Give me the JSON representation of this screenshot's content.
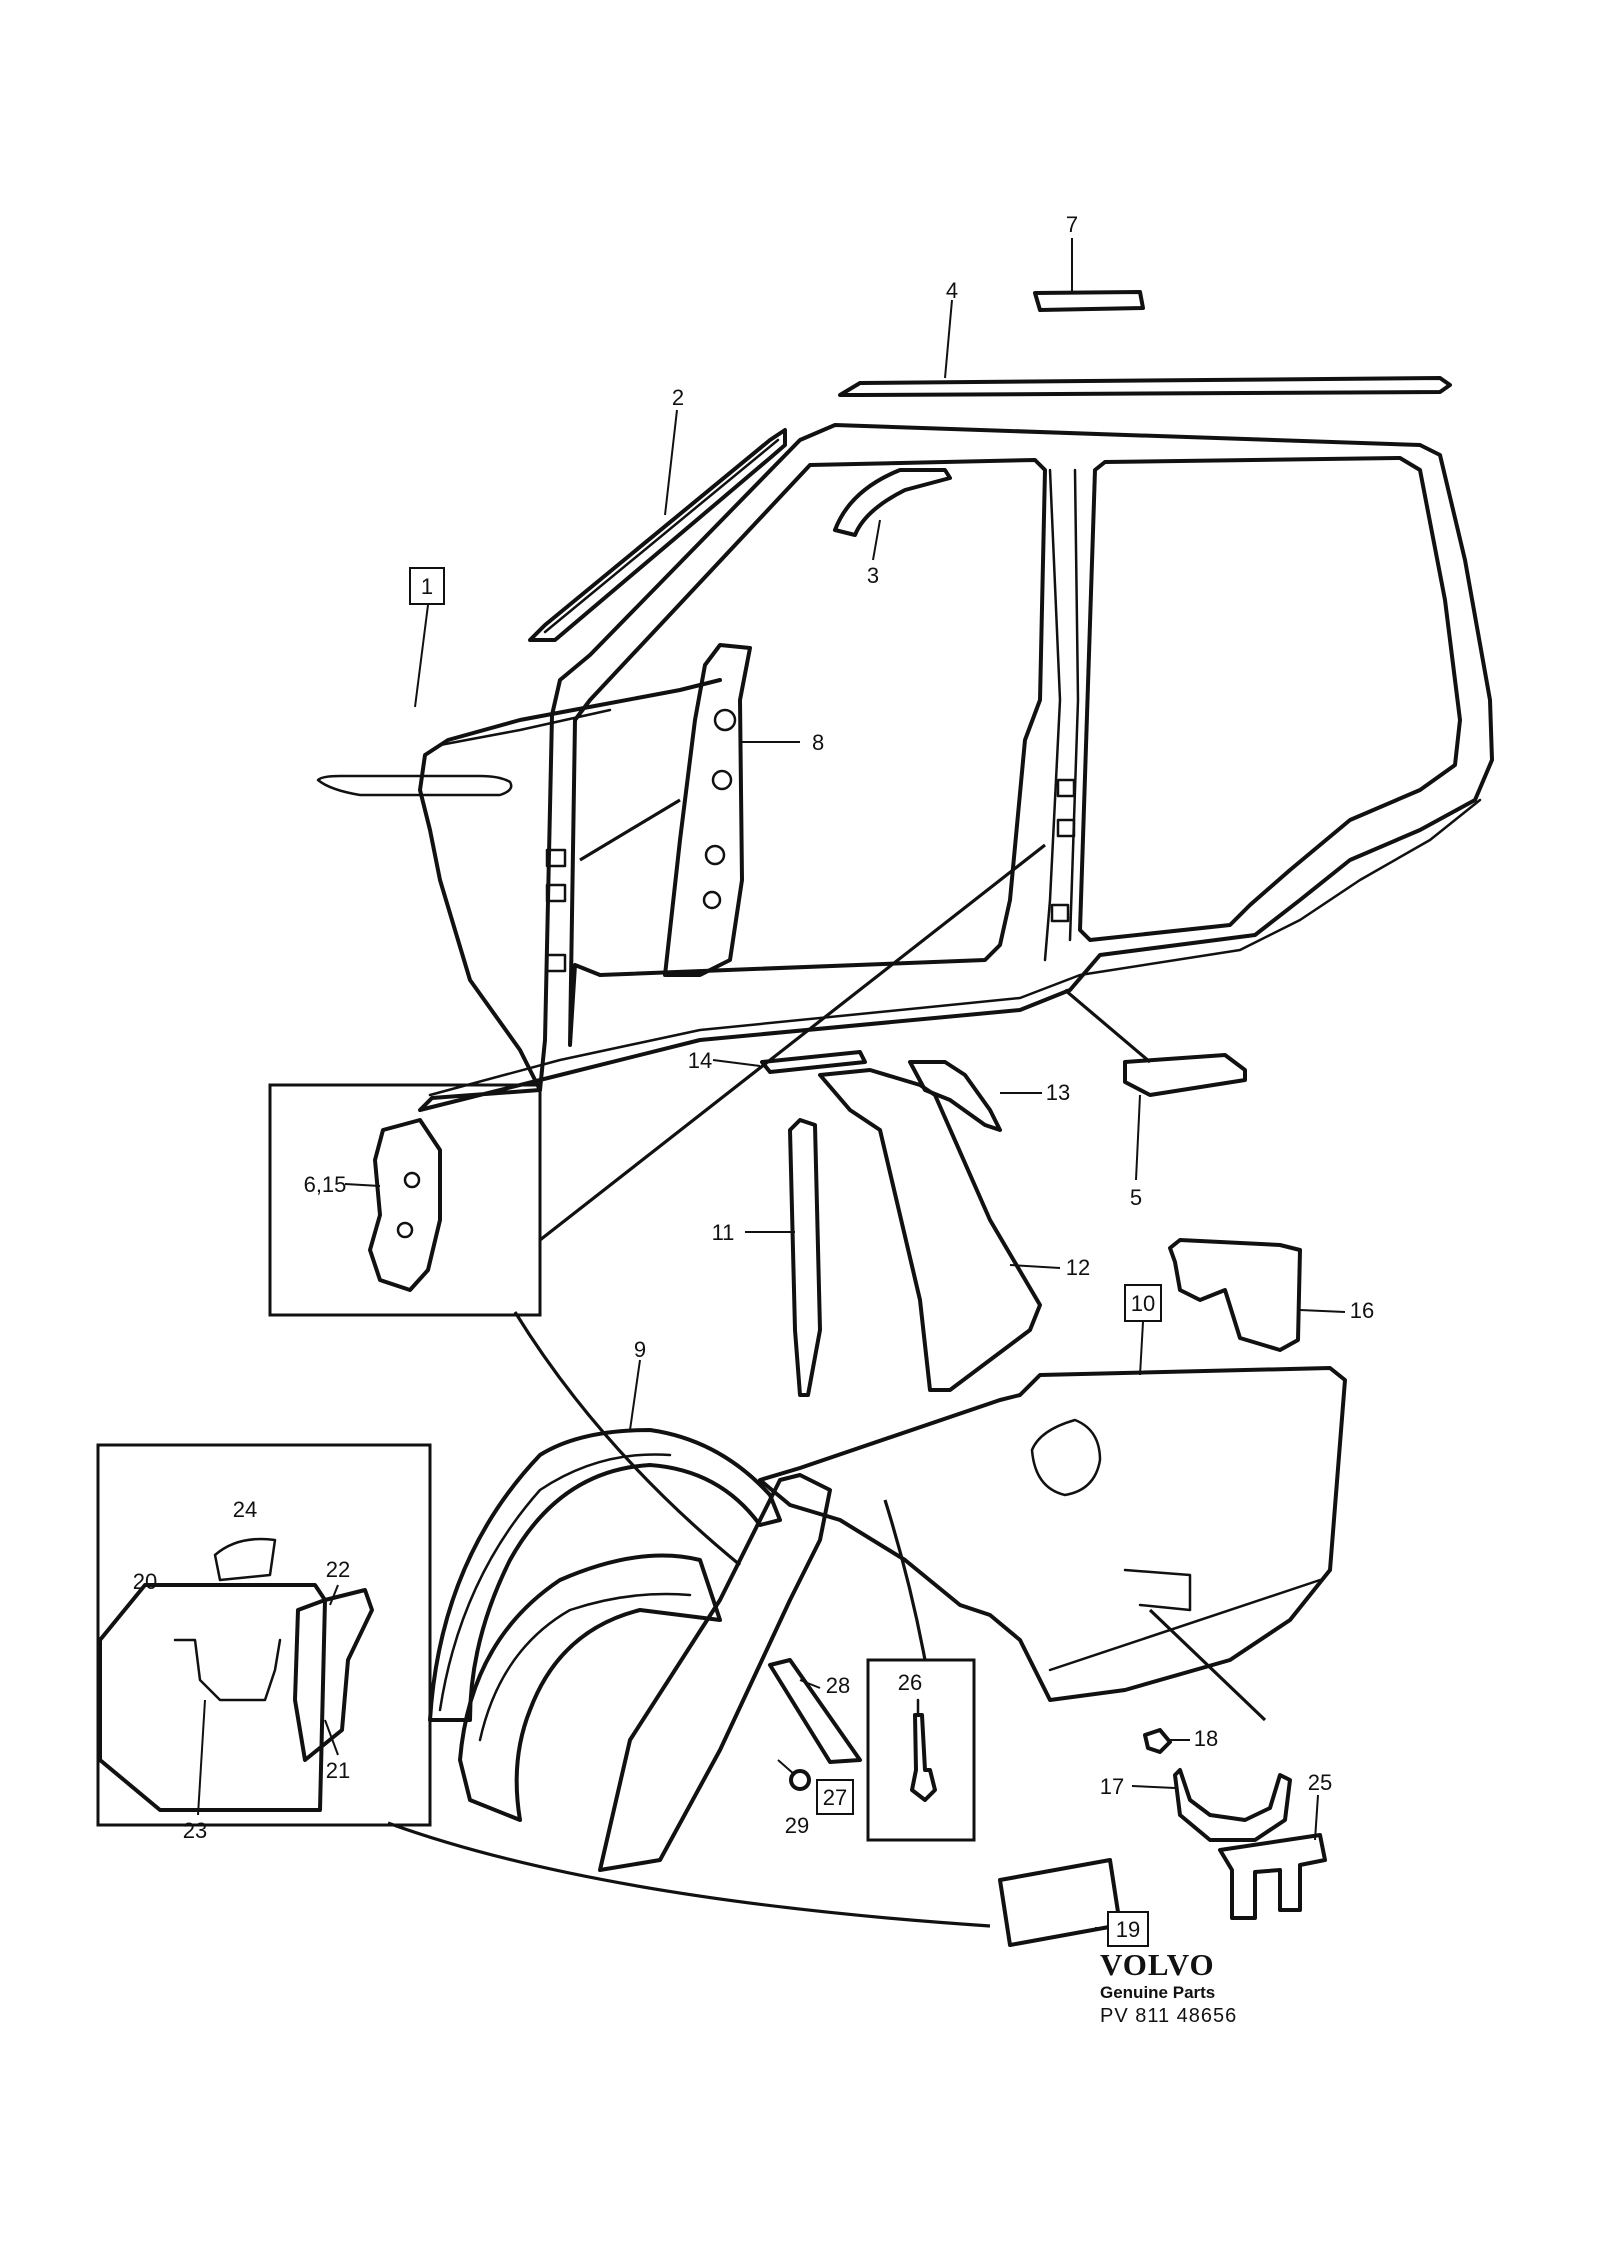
{
  "callouts": [
    {
      "id": "c1",
      "label": "1",
      "boxed": true
    },
    {
      "id": "c2",
      "label": "2",
      "boxed": false
    },
    {
      "id": "c3",
      "label": "3",
      "boxed": false
    },
    {
      "id": "c4",
      "label": "4",
      "boxed": false
    },
    {
      "id": "c5",
      "label": "5",
      "boxed": false
    },
    {
      "id": "c6-15",
      "label": "6,15",
      "boxed": false
    },
    {
      "id": "c7",
      "label": "7",
      "boxed": false
    },
    {
      "id": "c8",
      "label": "8",
      "boxed": false
    },
    {
      "id": "c9",
      "label": "9",
      "boxed": false
    },
    {
      "id": "c10",
      "label": "10",
      "boxed": true
    },
    {
      "id": "c11",
      "label": "11",
      "boxed": false
    },
    {
      "id": "c12",
      "label": "12",
      "boxed": false
    },
    {
      "id": "c13",
      "label": "13",
      "boxed": false
    },
    {
      "id": "c14",
      "label": "14",
      "boxed": false
    },
    {
      "id": "c16",
      "label": "16",
      "boxed": false
    },
    {
      "id": "c17",
      "label": "17",
      "boxed": false
    },
    {
      "id": "c18",
      "label": "18",
      "boxed": false
    },
    {
      "id": "c19",
      "label": "19",
      "boxed": true
    },
    {
      "id": "c20",
      "label": "20",
      "boxed": false
    },
    {
      "id": "c21",
      "label": "21",
      "boxed": false
    },
    {
      "id": "c22",
      "label": "22",
      "boxed": false
    },
    {
      "id": "c23",
      "label": "23",
      "boxed": false
    },
    {
      "id": "c24",
      "label": "24",
      "boxed": false
    },
    {
      "id": "c25",
      "label": "25",
      "boxed": false
    },
    {
      "id": "c26",
      "label": "26",
      "boxed": false
    },
    {
      "id": "c27",
      "label": "27",
      "boxed": true
    },
    {
      "id": "c28",
      "label": "28",
      "boxed": false
    },
    {
      "id": "c29",
      "label": "29",
      "boxed": false
    }
  ],
  "brand": {
    "logo": "VOLVO",
    "subtitle": "Genuine Parts",
    "code": "PV 811 48656"
  }
}
